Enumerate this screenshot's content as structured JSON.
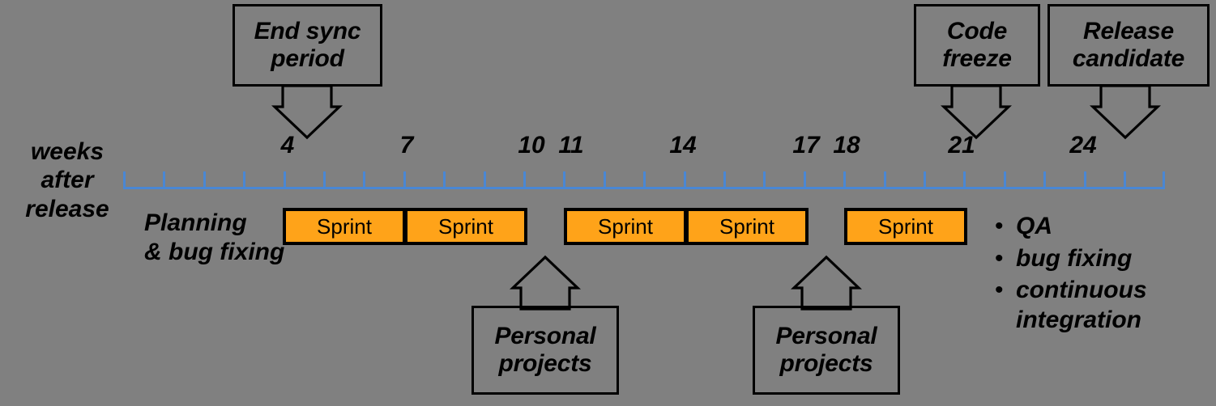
{
  "diagram": {
    "background_color": "#808080",
    "accent_color": "#FFA319",
    "axis_color": "#4a87d3",
    "axis_label": {
      "line1": "weeks",
      "line2": "after",
      "line3": "release"
    },
    "tick_labels": [
      "4",
      "7",
      "10",
      "11",
      "14",
      "17",
      "18",
      "21",
      "24"
    ],
    "callouts": [
      {
        "id": "end-sync-period",
        "line1": "End sync",
        "line2": "period",
        "direction": "down",
        "target_week": "4"
      },
      {
        "id": "code-freeze",
        "line1": "Code",
        "line2": "freeze",
        "direction": "down",
        "target_week": "21"
      },
      {
        "id": "release-candidate",
        "line1": "Release",
        "line2": "candidate",
        "direction": "down",
        "target_week": "24"
      },
      {
        "id": "personal-projects-1",
        "line1": "Personal",
        "line2": "projects",
        "direction": "up",
        "target_week": "11"
      },
      {
        "id": "personal-projects-2",
        "line1": "Personal",
        "line2": "projects",
        "direction": "up",
        "target_week": "18"
      }
    ],
    "planning": {
      "line1": "Planning",
      "line2": "& bug fixing"
    },
    "sprints": [
      {
        "label": "Sprint"
      },
      {
        "label": "Sprint"
      },
      {
        "label": "Sprint"
      },
      {
        "label": "Sprint"
      },
      {
        "label": "Sprint"
      }
    ],
    "bullets": [
      {
        "marker": "•",
        "text": "QA"
      },
      {
        "marker": "•",
        "text": "bug fixing"
      },
      {
        "marker": "•",
        "text": "continuous integration"
      }
    ]
  }
}
